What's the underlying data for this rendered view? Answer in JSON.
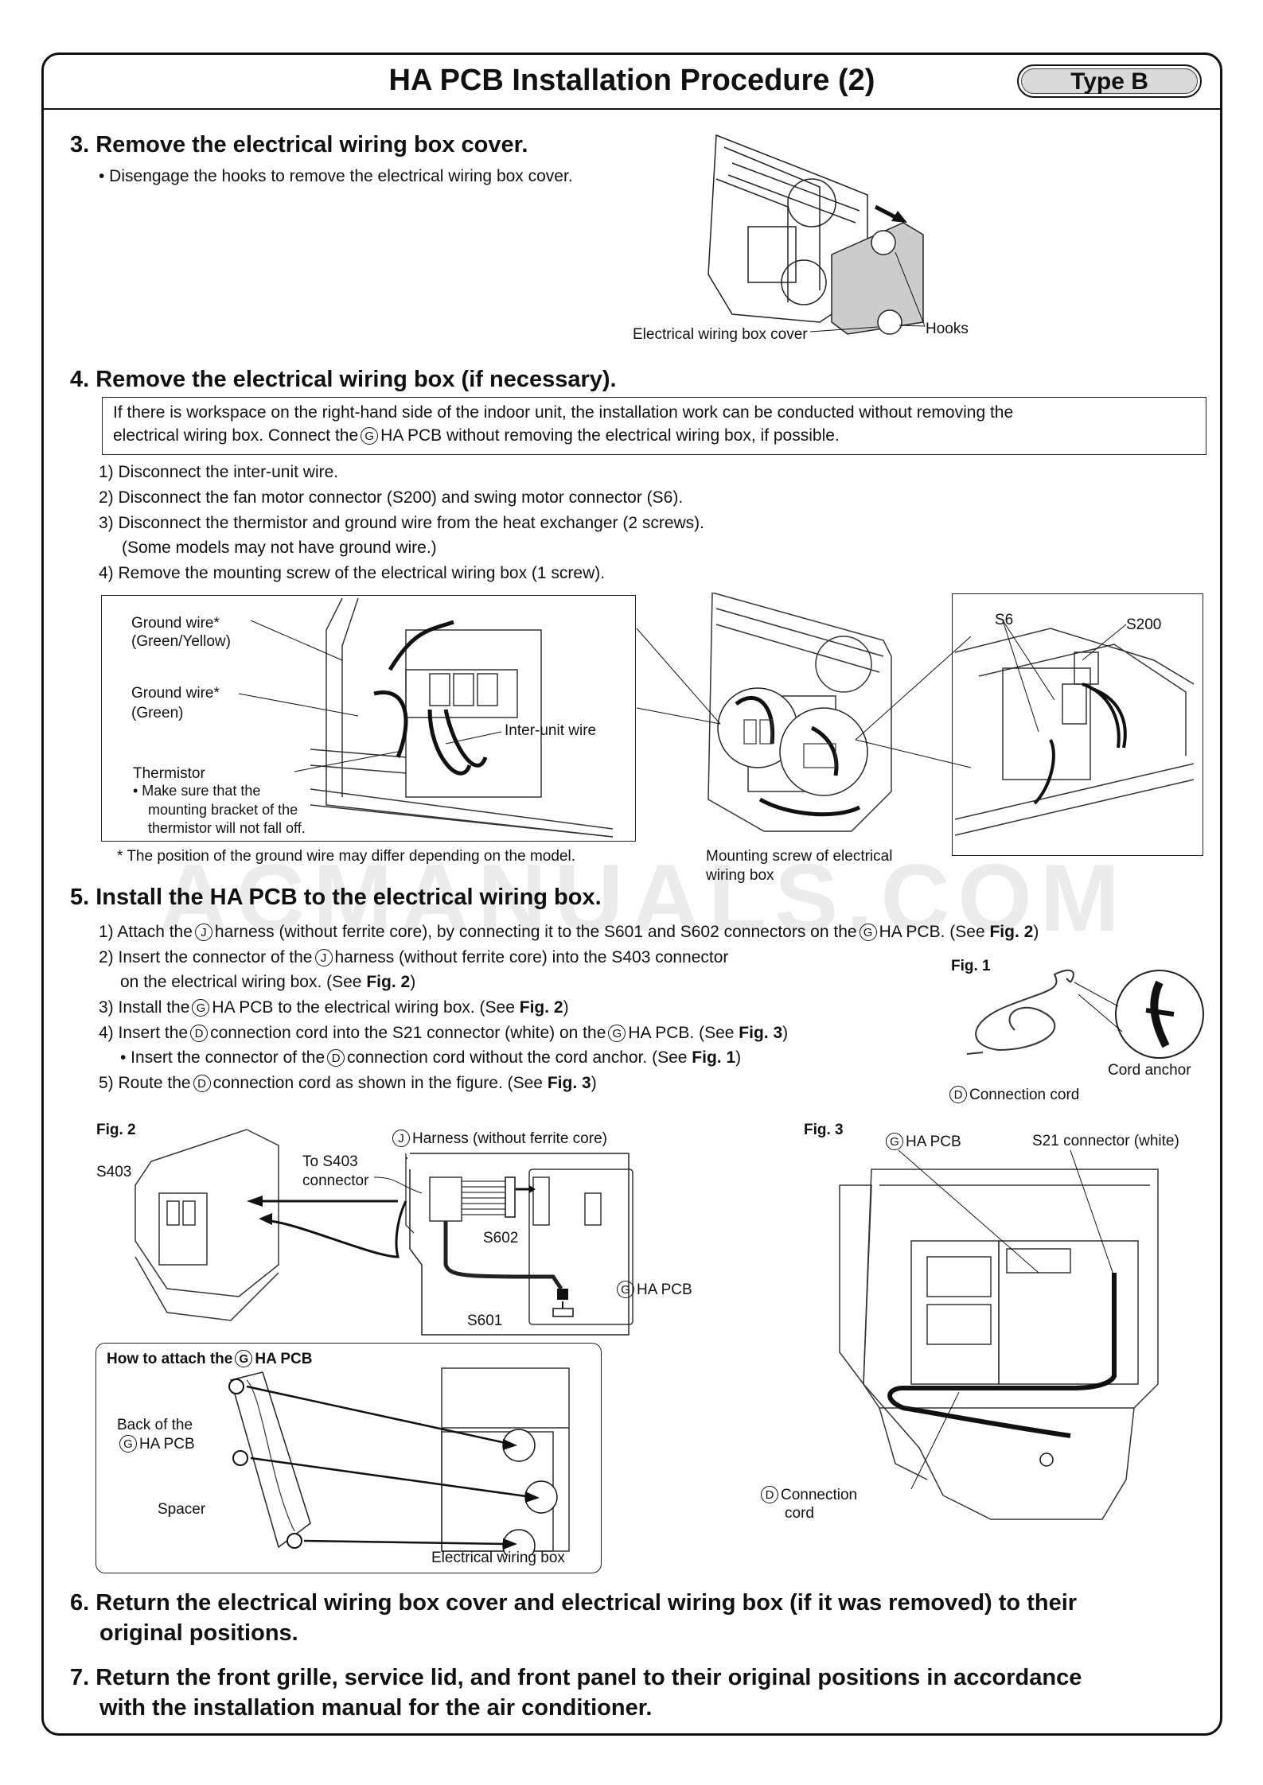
{
  "title": "HA PCB Installation Procedure (2)",
  "type_badge": "Type B",
  "watermark": "ACMANUALS.COM",
  "step3": {
    "heading": "3. Remove the electrical wiring box cover.",
    "bullet": "• Disengage the hooks to remove the electrical wiring box cover.",
    "labels": {
      "cover": "Electrical wiring box cover",
      "hooks": "Hooks"
    }
  },
  "step4": {
    "heading": "4. Remove the electrical wiring box (if necessary).",
    "note_a": "If there is workspace on the right-hand side of the indoor unit, the installation work can be conducted without removing the",
    "note_b_pre": "electrical wiring box. Connect the",
    "note_b_circle": "G",
    "note_b_post": "HA PCB without removing the electrical wiring box, if possible.",
    "items": [
      "1) Disconnect the inter-unit wire.",
      "2) Disconnect the fan motor connector (S200) and swing motor connector (S6).",
      "3) Disconnect the thermistor and ground wire from the heat exchanger (2 screws).",
      "(Some models may not have ground wire.)",
      "4) Remove the mounting screw of the electrical wiring box (1 screw)."
    ],
    "labels": {
      "ground_gy_1": "Ground wire*",
      "ground_gy_2": "(Green/Yellow)",
      "ground_g_1": "Ground wire*",
      "ground_g_2": "(Green)",
      "inter_unit": "Inter-unit wire",
      "thermistor": "Thermistor",
      "thermistor_note_1": "• Make sure that the",
      "thermistor_note_2": "mounting bracket of the",
      "thermistor_note_3": "thermistor will not fall off.",
      "footnote": "* The position of the ground wire may differ depending on the model.",
      "mounting_1": "Mounting screw of electrical",
      "mounting_2": "wiring box",
      "s6": "S6",
      "s200": "S200"
    }
  },
  "step5": {
    "heading": "5. Install the HA PCB to the electrical wiring box.",
    "l1_a": "1) Attach the",
    "l1_c1": "J",
    "l1_b": "harness (without ferrite core), by connecting it to the S601 and S602 connectors on the",
    "l1_c2": "G",
    "l1_c": "HA PCB. (See",
    "l1_bold": "Fig. 2",
    "l1_d": ")",
    "l2_a": "2) Insert the connector of the",
    "l2_c1": "J",
    "l2_b": "harness (without ferrite core) into the S403 connector",
    "l2_line2": "on the electrical wiring box. (See",
    "l2_bold": "Fig. 2",
    "l2_d": ")",
    "l3_a": "3) Install the",
    "l3_c1": "G",
    "l3_b": "HA PCB to the electrical wiring box. (See",
    "l3_bold": "Fig. 2",
    "l3_d": ")",
    "l4_a": "4) Insert the",
    "l4_c1": "D",
    "l4_b": "connection cord into the S21 connector (white) on the",
    "l4_c2": "G",
    "l4_c": "HA PCB. (See",
    "l4_bold": "Fig. 3",
    "l4_d": ")",
    "l4s_a": "• Insert the connector of the",
    "l4s_c1": "D",
    "l4s_b": "connection cord without the cord anchor. (See",
    "l4s_bold": "Fig. 1",
    "l4s_d": ")",
    "l5_a": "5) Route the",
    "l5_c1": "D",
    "l5_b": "connection cord as shown in the figure. (See",
    "l5_bold": "Fig. 3",
    "l5_d": ")"
  },
  "fig1": {
    "title": "Fig. 1",
    "cord_anchor": "Cord anchor",
    "conn_circle": "D",
    "conn_cord": "Connection cord"
  },
  "fig2": {
    "title": "Fig. 2",
    "s403": "S403",
    "to_s403_1": "To S403",
    "to_s403_2": "connector",
    "harness_circle": "J",
    "harness": "Harness (without ferrite core)",
    "s602": "S602",
    "s601": "S601",
    "ha_circle": "G",
    "ha_pcb": "HA PCB",
    "how_pre": "How to attach the",
    "how_circle": "G",
    "how_post": "HA PCB",
    "back_1": "Back of the",
    "back_circle": "G",
    "back_2": "HA PCB",
    "spacer": "Spacer",
    "ewb": "Electrical wiring box"
  },
  "fig3": {
    "title": "Fig. 3",
    "ha_circle": "G",
    "ha_pcb": "HA PCB",
    "s21": "S21 connector (white)",
    "conn_circle": "D",
    "conn_1": "Connection",
    "conn_2": "cord"
  },
  "step6": {
    "line1": "6. Return the electrical wiring box cover and electrical wiring box (if it was removed) to their",
    "line2": "original positions."
  },
  "step7": {
    "line1": "7. Return the front grille, service lid, and front panel to their original positions in accordance",
    "line2": "with the installation manual for the air conditioner."
  }
}
